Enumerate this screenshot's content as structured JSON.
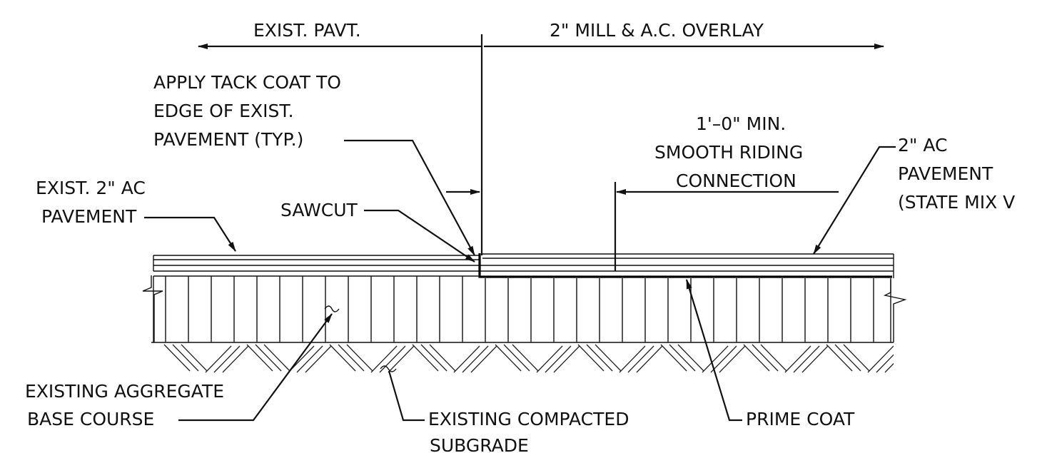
{
  "colors": {
    "ink": "#111111",
    "background": "#ffffff"
  },
  "labels": {
    "exist_pavt": "EXIST. PAVT.",
    "mill_overlay": "2\" MILL & A.C. OVERLAY",
    "tack_coat_1": "APPLY TACK COAT TO",
    "tack_coat_2": "EDGE OF EXIST.",
    "tack_coat_3": "PAVEMENT (TYP.)",
    "min_conn_1": "1'–0\" MIN.",
    "min_conn_2": "SMOOTH RIDING",
    "min_conn_3": "CONNECTION",
    "new_ac_1": "2\" AC",
    "new_ac_2": "PAVEMENT",
    "new_ac_3": "(STATE MIX V",
    "exist_ac_1": "EXIST. 2\" AC",
    "exist_ac_2": "PAVEMENT",
    "sawcut": "SAWCUT",
    "aggregate_1": "EXISTING AGGREGATE",
    "aggregate_2": "BASE COURSE",
    "subgrade_1": "EXISTING COMPACTED",
    "subgrade_2": "SUBGRADE",
    "prime_coat": "PRIME COAT"
  }
}
